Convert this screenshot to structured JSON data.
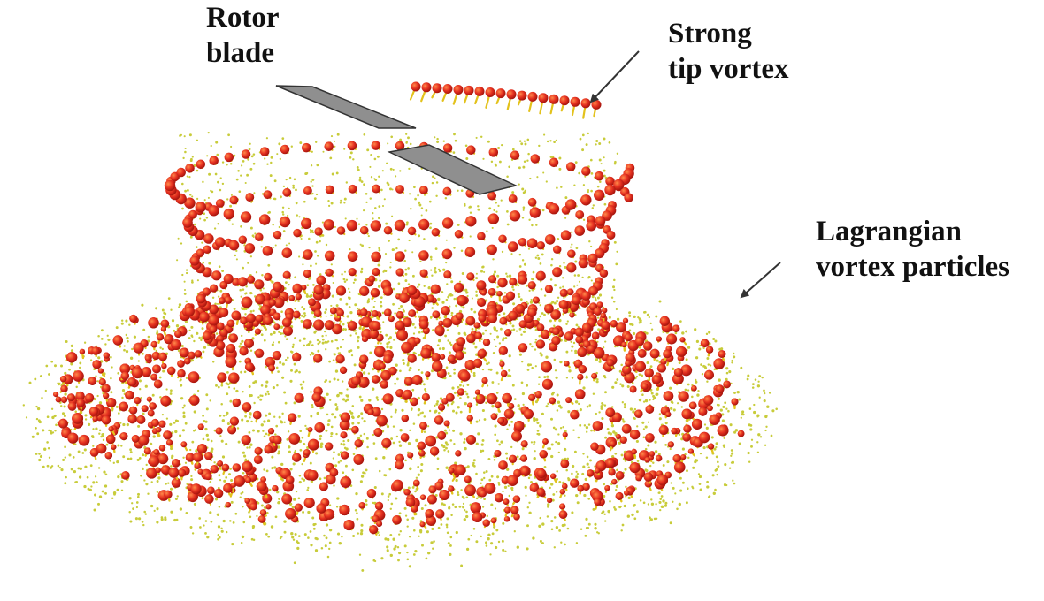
{
  "labels": {
    "rotor_blade": [
      "Rotor",
      "blade"
    ],
    "tip_vortex": [
      "Strong",
      "tip vortex"
    ],
    "lagrangian": [
      "Lagrangian",
      "vortex particles"
    ]
  },
  "colors": {
    "vortex_core": "#e53020",
    "vortex_core_highlight": "#ff6a3a",
    "vortex_core_shadow": "#a8160e",
    "tail_yellow": "#e3c21c",
    "fine_particles": "#c8cc3a",
    "blade_fill": "#8f8f8f",
    "blade_stroke": "#333333",
    "arrow": "#333333"
  },
  "icons": {
    "blade": "rotor-blade-icon",
    "arrow": "pointer-arrow-icon"
  }
}
